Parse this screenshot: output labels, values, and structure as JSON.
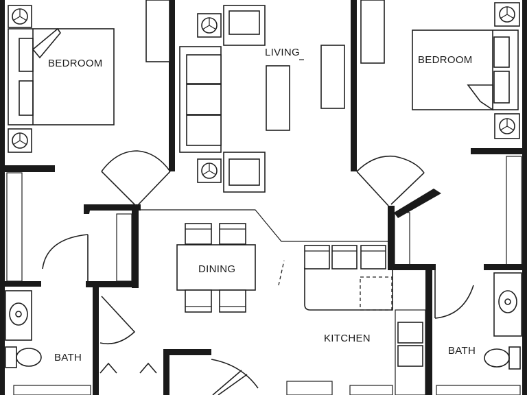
{
  "rooms": {
    "bedroom_left": "BEDROOM",
    "living": "LIVING",
    "bedroom_right": "BEDROOM",
    "dining": "DINING",
    "kitchen": "KITCHEN",
    "bath_left": "BATH",
    "bath_right": "BATH"
  },
  "colors": {
    "wall": "#1a1a1a",
    "line": "#1f1f1f",
    "background": "#ffffff"
  }
}
